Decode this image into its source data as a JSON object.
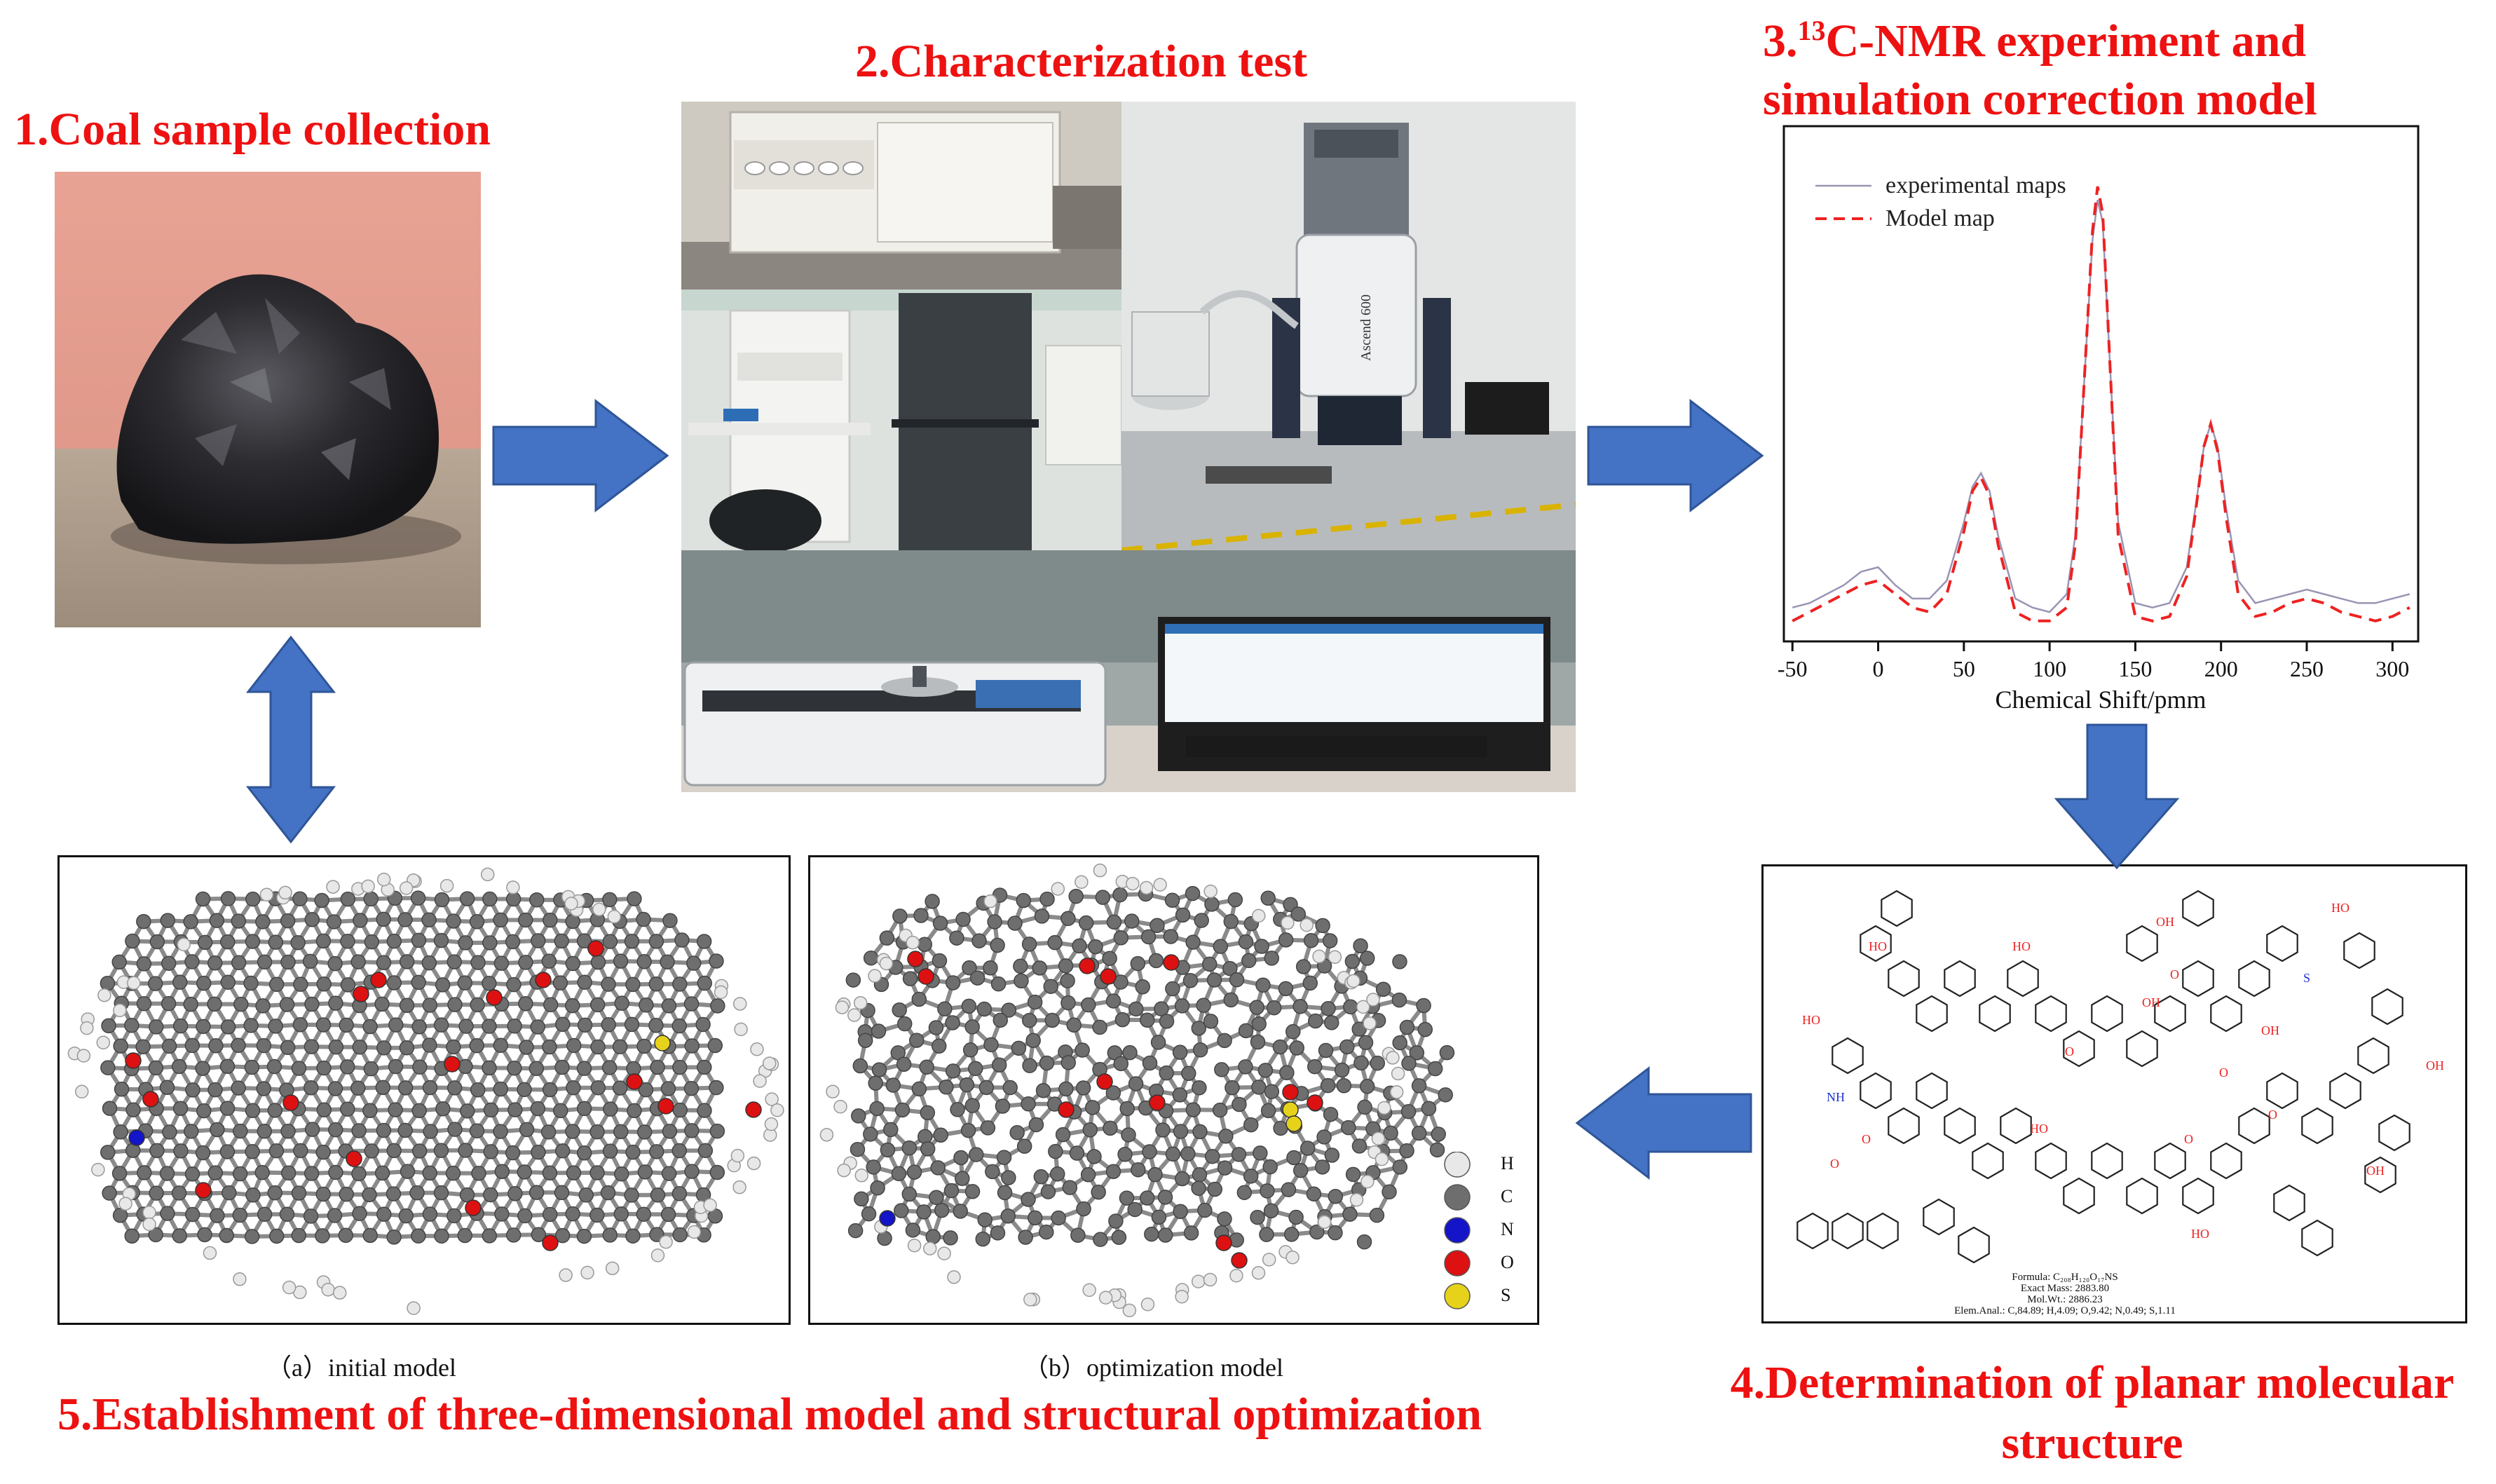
{
  "steps": {
    "s1": "1.Coal sample collection",
    "s2": "2.Characterization test",
    "s3_line1_prefix": "3.",
    "s3_sup": "13",
    "s3_line1_rest": "C-NMR experiment and",
    "s3_line2": "simulation correction model",
    "s4_line1": "4.Determination of planar molecular",
    "s4_line2": "structure",
    "s5": "5.Establishment of three-dimensional model and structural optimization"
  },
  "captions": {
    "a": "（a）initial model",
    "b": "（b）optimization model"
  },
  "equipment_text": {
    "magnet": "Ascend 600"
  },
  "atom_legend": [
    {
      "symbol": "H",
      "color": "#e8e8e8"
    },
    {
      "symbol": "C",
      "color": "#6e6e6e"
    },
    {
      "symbol": "N",
      "color": "#1414c8"
    },
    {
      "symbol": "O",
      "color": "#dd1111"
    },
    {
      "symbol": "S",
      "color": "#e6d21a"
    }
  ],
  "structure": {
    "formula": "Formula: C₂₀₈H₁₂₀O₁₇NS",
    "exact_mass": "Exact Mass: 2883.80",
    "mol_wt": "Mol.Wt.: 2886.23",
    "elem": "Elem.Anal.: C,84.89; H,4.09; O,9.42; N,0.49; S,1.11",
    "labels": [
      "HO",
      "HO",
      "HO",
      "OH",
      "OH",
      "OH",
      "HO",
      "OH",
      "O",
      "O",
      "O",
      "O",
      "NH",
      "S",
      "HO",
      "O",
      "HO",
      "O",
      "OH",
      "O"
    ]
  },
  "colors": {
    "title_red": "#ee1111",
    "arrow_blue": "#4472c4",
    "arrow_edge": "#2f5597",
    "experimental": "#9a94b4",
    "model": "#ee2222"
  },
  "chart_data": {
    "type": "line",
    "title": "",
    "xlabel": "Chemical Shift/pmm",
    "ylabel": "",
    "xlim": [
      -55,
      315
    ],
    "ylim": [
      0,
      1.08
    ],
    "xticks": [
      -50,
      0,
      50,
      100,
      150,
      200,
      250,
      300
    ],
    "legend_position": "top-left",
    "series": [
      {
        "name": "experimental maps",
        "style": "solid",
        "x": [
          -50,
          -40,
          -30,
          -20,
          -10,
          0,
          10,
          20,
          30,
          40,
          50,
          55,
          60,
          65,
          70,
          80,
          90,
          100,
          110,
          115,
          120,
          125,
          128,
          131,
          135,
          140,
          150,
          160,
          170,
          180,
          185,
          190,
          194,
          198,
          203,
          210,
          220,
          230,
          240,
          250,
          260,
          270,
          280,
          290,
          300,
          310
        ],
        "y": [
          0.06,
          0.07,
          0.09,
          0.11,
          0.14,
          0.15,
          0.11,
          0.08,
          0.08,
          0.12,
          0.25,
          0.33,
          0.36,
          0.32,
          0.22,
          0.08,
          0.06,
          0.05,
          0.09,
          0.22,
          0.55,
          0.88,
          0.97,
          0.92,
          0.62,
          0.25,
          0.07,
          0.06,
          0.07,
          0.15,
          0.28,
          0.42,
          0.47,
          0.42,
          0.28,
          0.12,
          0.07,
          0.08,
          0.09,
          0.1,
          0.09,
          0.08,
          0.07,
          0.07,
          0.08,
          0.09
        ]
      },
      {
        "name": "Model map",
        "style": "dashed",
        "x": [
          -50,
          -40,
          -30,
          -20,
          -10,
          0,
          10,
          20,
          30,
          40,
          50,
          55,
          60,
          65,
          70,
          80,
          90,
          100,
          110,
          115,
          120,
          125,
          128,
          131,
          135,
          140,
          150,
          160,
          170,
          180,
          185,
          190,
          194,
          198,
          203,
          210,
          220,
          230,
          240,
          250,
          260,
          270,
          280,
          290,
          300,
          310
        ],
        "y": [
          0.03,
          0.05,
          0.07,
          0.09,
          0.11,
          0.12,
          0.09,
          0.06,
          0.05,
          0.09,
          0.23,
          0.32,
          0.35,
          0.31,
          0.2,
          0.05,
          0.03,
          0.03,
          0.06,
          0.2,
          0.55,
          0.9,
          1.0,
          0.94,
          0.62,
          0.22,
          0.04,
          0.03,
          0.04,
          0.13,
          0.27,
          0.42,
          0.47,
          0.41,
          0.26,
          0.09,
          0.04,
          0.05,
          0.07,
          0.08,
          0.07,
          0.05,
          0.04,
          0.03,
          0.04,
          0.06
        ]
      }
    ]
  }
}
